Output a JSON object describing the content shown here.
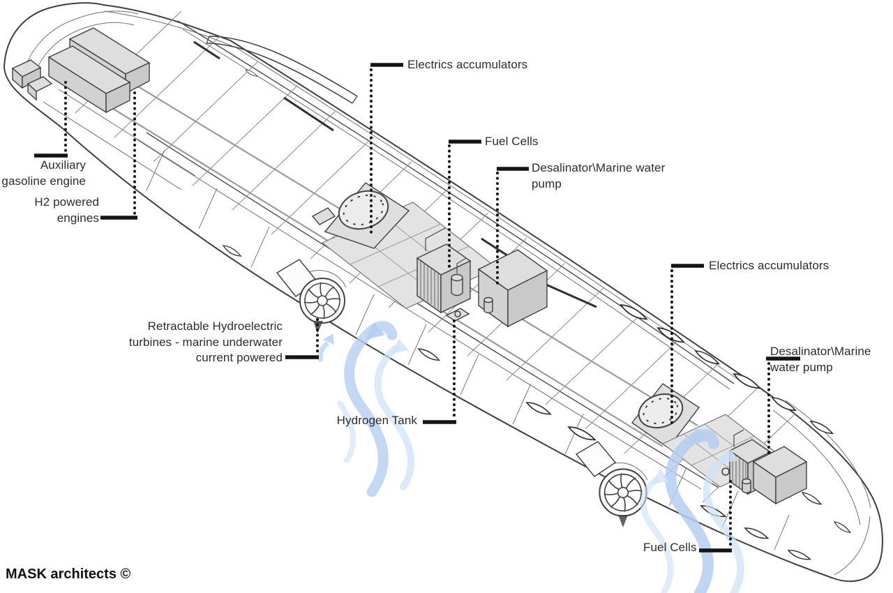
{
  "credit": "MASK architects ©",
  "callouts": [
    {
      "id": "electrics-accumulators-top",
      "lines": [
        "Electrics accumulators"
      ]
    },
    {
      "id": "fuel-cells-top",
      "lines": [
        "Fuel Cells"
      ]
    },
    {
      "id": "desalinator-water-pump-top",
      "lines": [
        "Desalinator\\Marine water",
        "pump"
      ]
    },
    {
      "id": "auxiliary-gasoline-engine",
      "lines": [
        "Auxiliary",
        "gasoline engine"
      ]
    },
    {
      "id": "h2-powered-engines",
      "lines": [
        "H2 powered",
        "engines"
      ]
    },
    {
      "id": "electrics-accumulators-right",
      "lines": [
        "Electrics accumulators"
      ]
    },
    {
      "id": "retractable-hydroelectric-turbines",
      "lines": [
        "Retractable Hydroelectric",
        "turbines - marine underwater",
        "current powered"
      ]
    },
    {
      "id": "desalinator-water-pump-right",
      "lines": [
        "Desalinator\\Marine",
        "water pump"
      ]
    },
    {
      "id": "hydrogen-tank",
      "lines": [
        "Hydrogen Tank"
      ]
    },
    {
      "id": "fuel-cells-bottom",
      "lines": [
        "Fuel Cells"
      ]
    }
  ],
  "colors": {
    "line_art": "#3f3f3f",
    "machinery_fill": "#dedede",
    "panel_fill": "#e3e3e3",
    "water_blue": "#b5cef1",
    "water_blue_light": "#cde0f7",
    "label_text": "#2c2c2c",
    "leader_black": "#141414"
  }
}
